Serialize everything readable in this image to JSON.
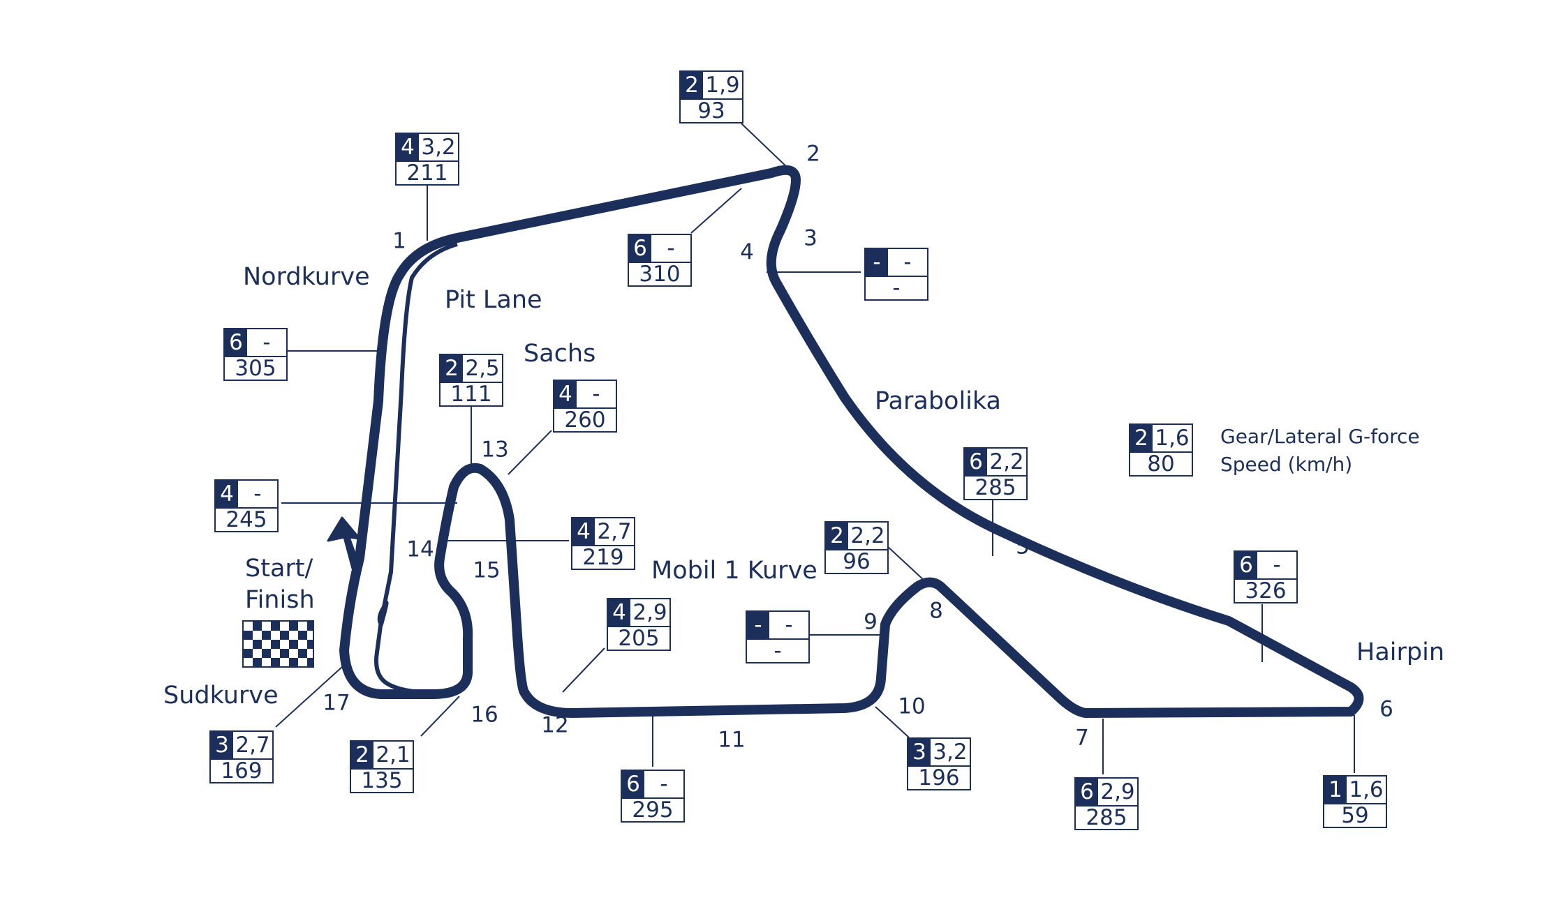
{
  "labels": {
    "nordkurve": "Nordkurve",
    "pit_lane": "Pit Lane",
    "sachs": "Sachs",
    "parabolika": "Parabolika",
    "mobil1": "Mobil 1 Kurve",
    "start": "Start/",
    "finish": "Finish",
    "sudkurve": "Sudkurve",
    "hairpin": "Hairpin"
  },
  "turns": [
    "1",
    "2",
    "3",
    "4",
    "5",
    "6",
    "7",
    "8",
    "9",
    "10",
    "11",
    "12",
    "13",
    "14",
    "15",
    "16",
    "17"
  ],
  "boxes": [
    {
      "id": "t2",
      "gear": "2",
      "g": "1,9",
      "speed": "93"
    },
    {
      "id": "t1",
      "gear": "4",
      "g": "3,2",
      "speed": "211"
    },
    {
      "id": "straight-top",
      "gear": "6",
      "g": "-",
      "speed": "310"
    },
    {
      "id": "t4",
      "gear": "-",
      "g": "-",
      "speed": "-"
    },
    {
      "id": "nord-straight",
      "gear": "6",
      "g": "-",
      "speed": "305"
    },
    {
      "id": "t13",
      "gear": "2",
      "g": "2,5",
      "speed": "111"
    },
    {
      "id": "sachs-exit",
      "gear": "4",
      "g": "-",
      "speed": "260"
    },
    {
      "id": "t5",
      "gear": "6",
      "g": "2,2",
      "speed": "285"
    },
    {
      "id": "start-straight",
      "gear": "4",
      "g": "-",
      "speed": "245"
    },
    {
      "id": "t14",
      "gear": "4",
      "g": "2,7",
      "speed": "219"
    },
    {
      "id": "t8",
      "gear": "2",
      "g": "2,2",
      "speed": "96"
    },
    {
      "id": "hairpin-approach",
      "gear": "6",
      "g": "-",
      "speed": "326"
    },
    {
      "id": "t12",
      "gear": "4",
      "g": "2,9",
      "speed": "205"
    },
    {
      "id": "t9",
      "gear": "-",
      "g": "-",
      "speed": "-"
    },
    {
      "id": "t17",
      "gear": "3",
      "g": "2,7",
      "speed": "169"
    },
    {
      "id": "t16",
      "gear": "2",
      "g": "2,1",
      "speed": "135"
    },
    {
      "id": "t11",
      "gear": "6",
      "g": "-",
      "speed": "295"
    },
    {
      "id": "t10",
      "gear": "3",
      "g": "3,2",
      "speed": "196"
    },
    {
      "id": "t7",
      "gear": "6",
      "g": "2,9",
      "speed": "285"
    },
    {
      "id": "t6",
      "gear": "1",
      "g": "1,6",
      "speed": "59"
    }
  ],
  "legend": {
    "gear": "2",
    "g": "1,6",
    "speed": "80",
    "line1": "Gear/Lateral G-force",
    "line2": "Speed (km/h)"
  },
  "colors": {
    "track": "#1b2f5a",
    "background": "#ffffff"
  }
}
